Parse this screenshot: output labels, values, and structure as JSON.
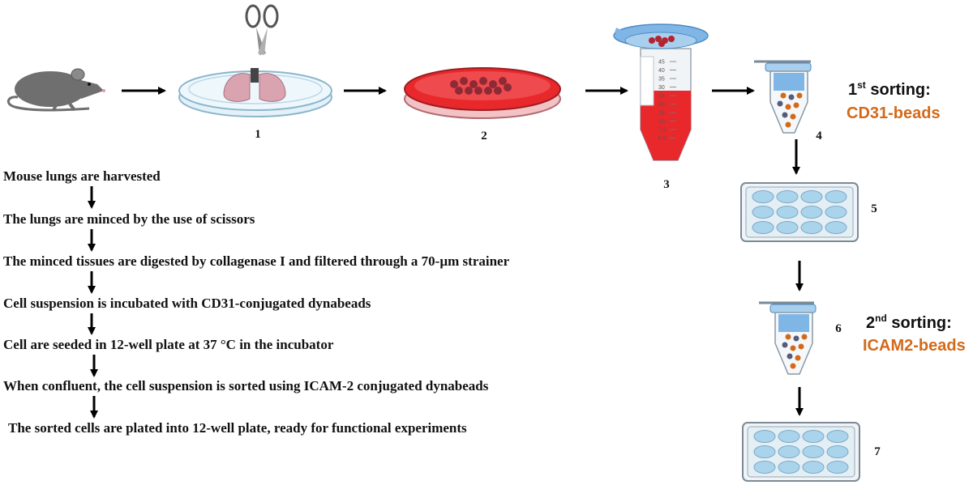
{
  "steps": [
    "Mouse lungs are harvested",
    "The lungs are minced by the use of scissors",
    "The minced tissues are digested by collagenase I and filtered through a 70-µm strainer",
    "Cell suspension is incubated with CD31-conjugated dynabeads",
    "Cell are seeded in 12-well plate at 37 °C in the incubator",
    "When confluent, the cell suspension is sorted using ICAM-2 conjugated dynabeads",
    "The sorted cells are plated into 12-well plate, ready for functional experiments"
  ],
  "stage_numbers": [
    "1",
    "2",
    "3",
    "4",
    "5",
    "6",
    "7"
  ],
  "sorting": [
    {
      "ordinal": "1",
      "suffix": "st",
      "word": " sorting:",
      "beads": "CD31-beads"
    },
    {
      "ordinal": "2",
      "suffix": "nd",
      "word": " sorting:",
      "beads": "ICAM2-beads"
    }
  ],
  "tube_graduations": [
    "45",
    "40",
    "35",
    "30",
    "25",
    "20",
    "15",
    "10",
    "7.5",
    "5.0"
  ],
  "colors": {
    "bead_label": "#d36a1a",
    "medium_red": "#e8282b",
    "tube_cap": "#7fb6e6",
    "well": "#a9d4ec",
    "mouse": "#6f6f6f"
  }
}
